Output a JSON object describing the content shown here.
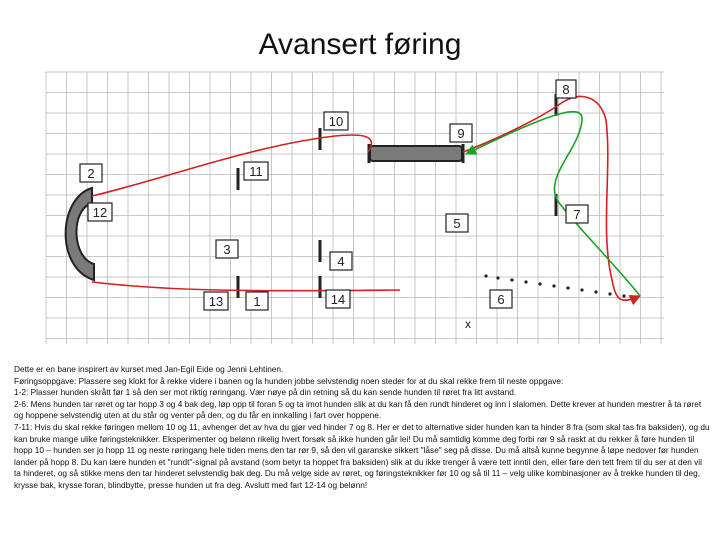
{
  "title": "Avansert føring",
  "colors": {
    "grid": "#b9b9b9",
    "red_path": "#d42020",
    "green_path": "#1aa329",
    "obstacle": "#222222",
    "tunnel_fill": "#7a7a7a"
  },
  "diagram": {
    "obstacles": [
      {
        "id": "hurdle-1",
        "label": "1"
      },
      {
        "id": "hurdle-2",
        "label": "2"
      },
      {
        "id": "hurdle-3",
        "label": "3"
      },
      {
        "id": "hurdle-4",
        "label": "4"
      },
      {
        "id": "hurdle-5",
        "label": "5"
      },
      {
        "id": "hurdle-6",
        "label": "6"
      },
      {
        "id": "hurdle-7",
        "label": "7"
      },
      {
        "id": "hurdle-8",
        "label": "8"
      },
      {
        "id": "tunnel-9",
        "label": "9"
      },
      {
        "id": "hurdle-10",
        "label": "10"
      },
      {
        "id": "hurdle-11",
        "label": "11"
      },
      {
        "id": "tunnel-12",
        "label": "12"
      },
      {
        "id": "hurdle-13",
        "label": "13"
      },
      {
        "id": "hurdle-14",
        "label": "14"
      }
    ],
    "start_marker": "x"
  },
  "description": [
    "Dette er en bane inspirert av kurset med Jan-Egil Eide og Jenni Lehtinen.",
    "Føringsoppgave: Plassere seg klokt for å rekke videre i banen og la hunden jobbe selvstendig noen steder for at du skal rekke frem til neste oppgave:",
    "1-2: Plasser hunden skrått før 1 så den ser mot riktig røringang. Vær nøye på din retning så du kan sende hunden til røret fra litt avstand.",
    "2-6: Mens hunden tar røret og tar hopp 3 og 4 bak deg, løp opp til foran 5 og ta imot hunden slik at du kan få den rundt hinderet og inn i slalomen. Dette krever at hunden mestrer å ta røret og hoppene selvstendig uten at du står og venter på den, og du får en innkalling i fart over hoppene.",
    "7-11: Hvis du skal rekke føringen mellom 10 og 11, avhenger det av hva du gjør ved hinder 7 og 8. Her er det to alternative sider hunden kan ta hinder 8 fra (som skal tas fra baksiden), og du kan bruke mange ulike føringsteknikker. Eksperimenter og belønn rikelig hvert forsøk så ikke hunden går lei! Du må samtidig komme deg forbi rør 9 så raskt at du rekker å føre hunden til hopp 10 – hunden ser jo hopp 11 og neste røringang hele tiden mens den tar rør 9, så den vil garanske sikkert \"låse\" seg på disse. Du må altså kunne begynne å løpe nedover før hunden lander på hopp 8. Du kan lære hunden et \"rundt\"-signal på avstand (som betyr ta hoppet fra baksiden) slik at du ikke trenger å være tett inntil den, eller føre den tett frem til du ser at den vil ta hinderet, og så stikke mens den tar hinderet selvstendig bak deg. Du må velge side av røret, og føringsteknikker før 10 og så til 11 – velg ulike kombinasjoner av å trekke hunden til deg, krysse bak, krysse foran, blindbytte, presse hunden ut fra deg. Avslutt med fart 12-14 og belønn!"
  ]
}
